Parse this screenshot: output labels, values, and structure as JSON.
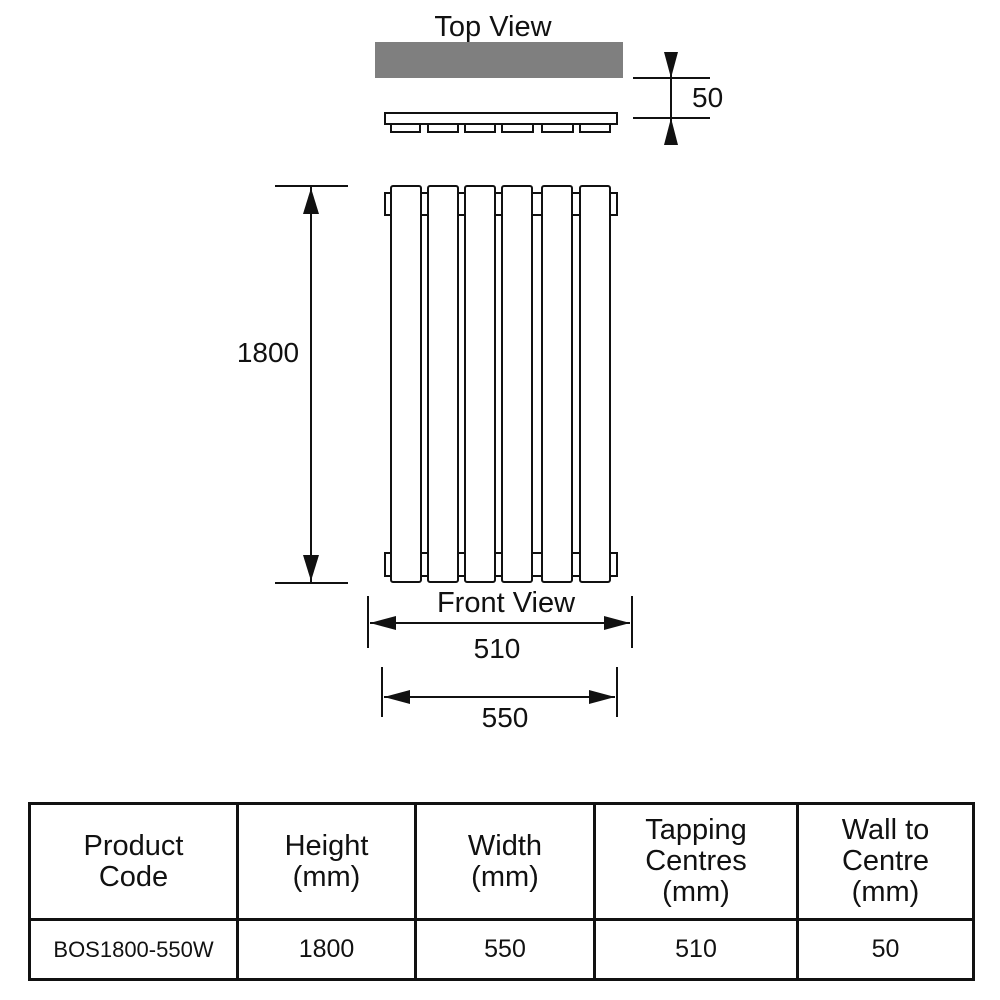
{
  "diagram": {
    "top_view_label": "Top View",
    "front_view_label": "Front View",
    "depth_dim": "50",
    "height_dim": "1800",
    "tapping_dim": "510",
    "width_dim": "550",
    "colors": {
      "top_bar": "#7f7f7f",
      "line": "#111111"
    }
  },
  "table": {
    "headers": [
      "Product\nCode",
      "Height\n(mm)",
      "Width\n(mm)",
      "Tapping\nCentres\n(mm)",
      "Wall to\nCentre\n(mm)"
    ],
    "rows": [
      [
        "BOS1800-550W",
        "1800",
        "550",
        "510",
        "50"
      ]
    ]
  }
}
